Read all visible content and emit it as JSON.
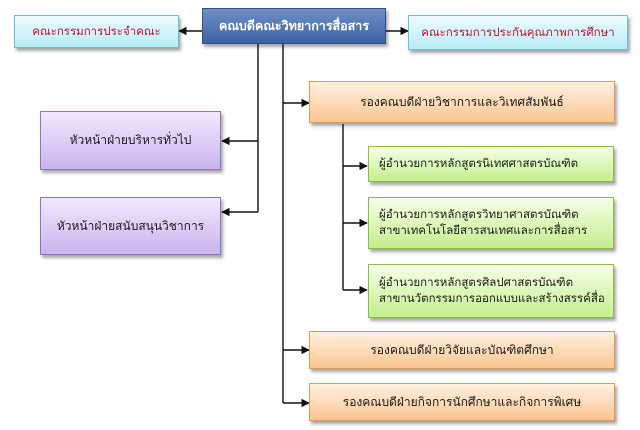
{
  "dean": "คณบดีคณะวิทยาการสื่อสาร",
  "left_committee": "คณะกรรมการประจำคณะ",
  "right_committee": "คณะกรรมการประกันคุณภาพการศึกษา",
  "heads": [
    "หัวหน้าฝ่ายบริหารทั่วไป",
    "หัวหน้าฝ่ายสนับสนุนวิชาการ"
  ],
  "vice_deans": [
    "รองคณบดีฝ่ายวิชาการและวิเทศสัมพันธ์",
    "รองคณบดีฝ่ายวิจัยและบัณฑิตศึกษา",
    "รองคณบดีฝ่ายกิจการนักศึกษาและกิจการพิเศษ"
  ],
  "program_directors": [
    {
      "line1": "ผู้อำนวยการหลักสูตรนิเทศศาสตรบัณฑิต",
      "line2": ""
    },
    {
      "line1": "ผู้อำนวยการหลักสูตรวิทยาศาสตรบัณฑิต",
      "line2": "สาขาเทคโนโลยีสารสนเทศและการสื่อสาร"
    },
    {
      "line1": "ผู้อำนวยการหลักสูตรศิลปศาสตรบัณฑิต",
      "line2": "สาขานวัตกรรมการออกแบบและสร้างสรรค์สื่อ"
    }
  ]
}
